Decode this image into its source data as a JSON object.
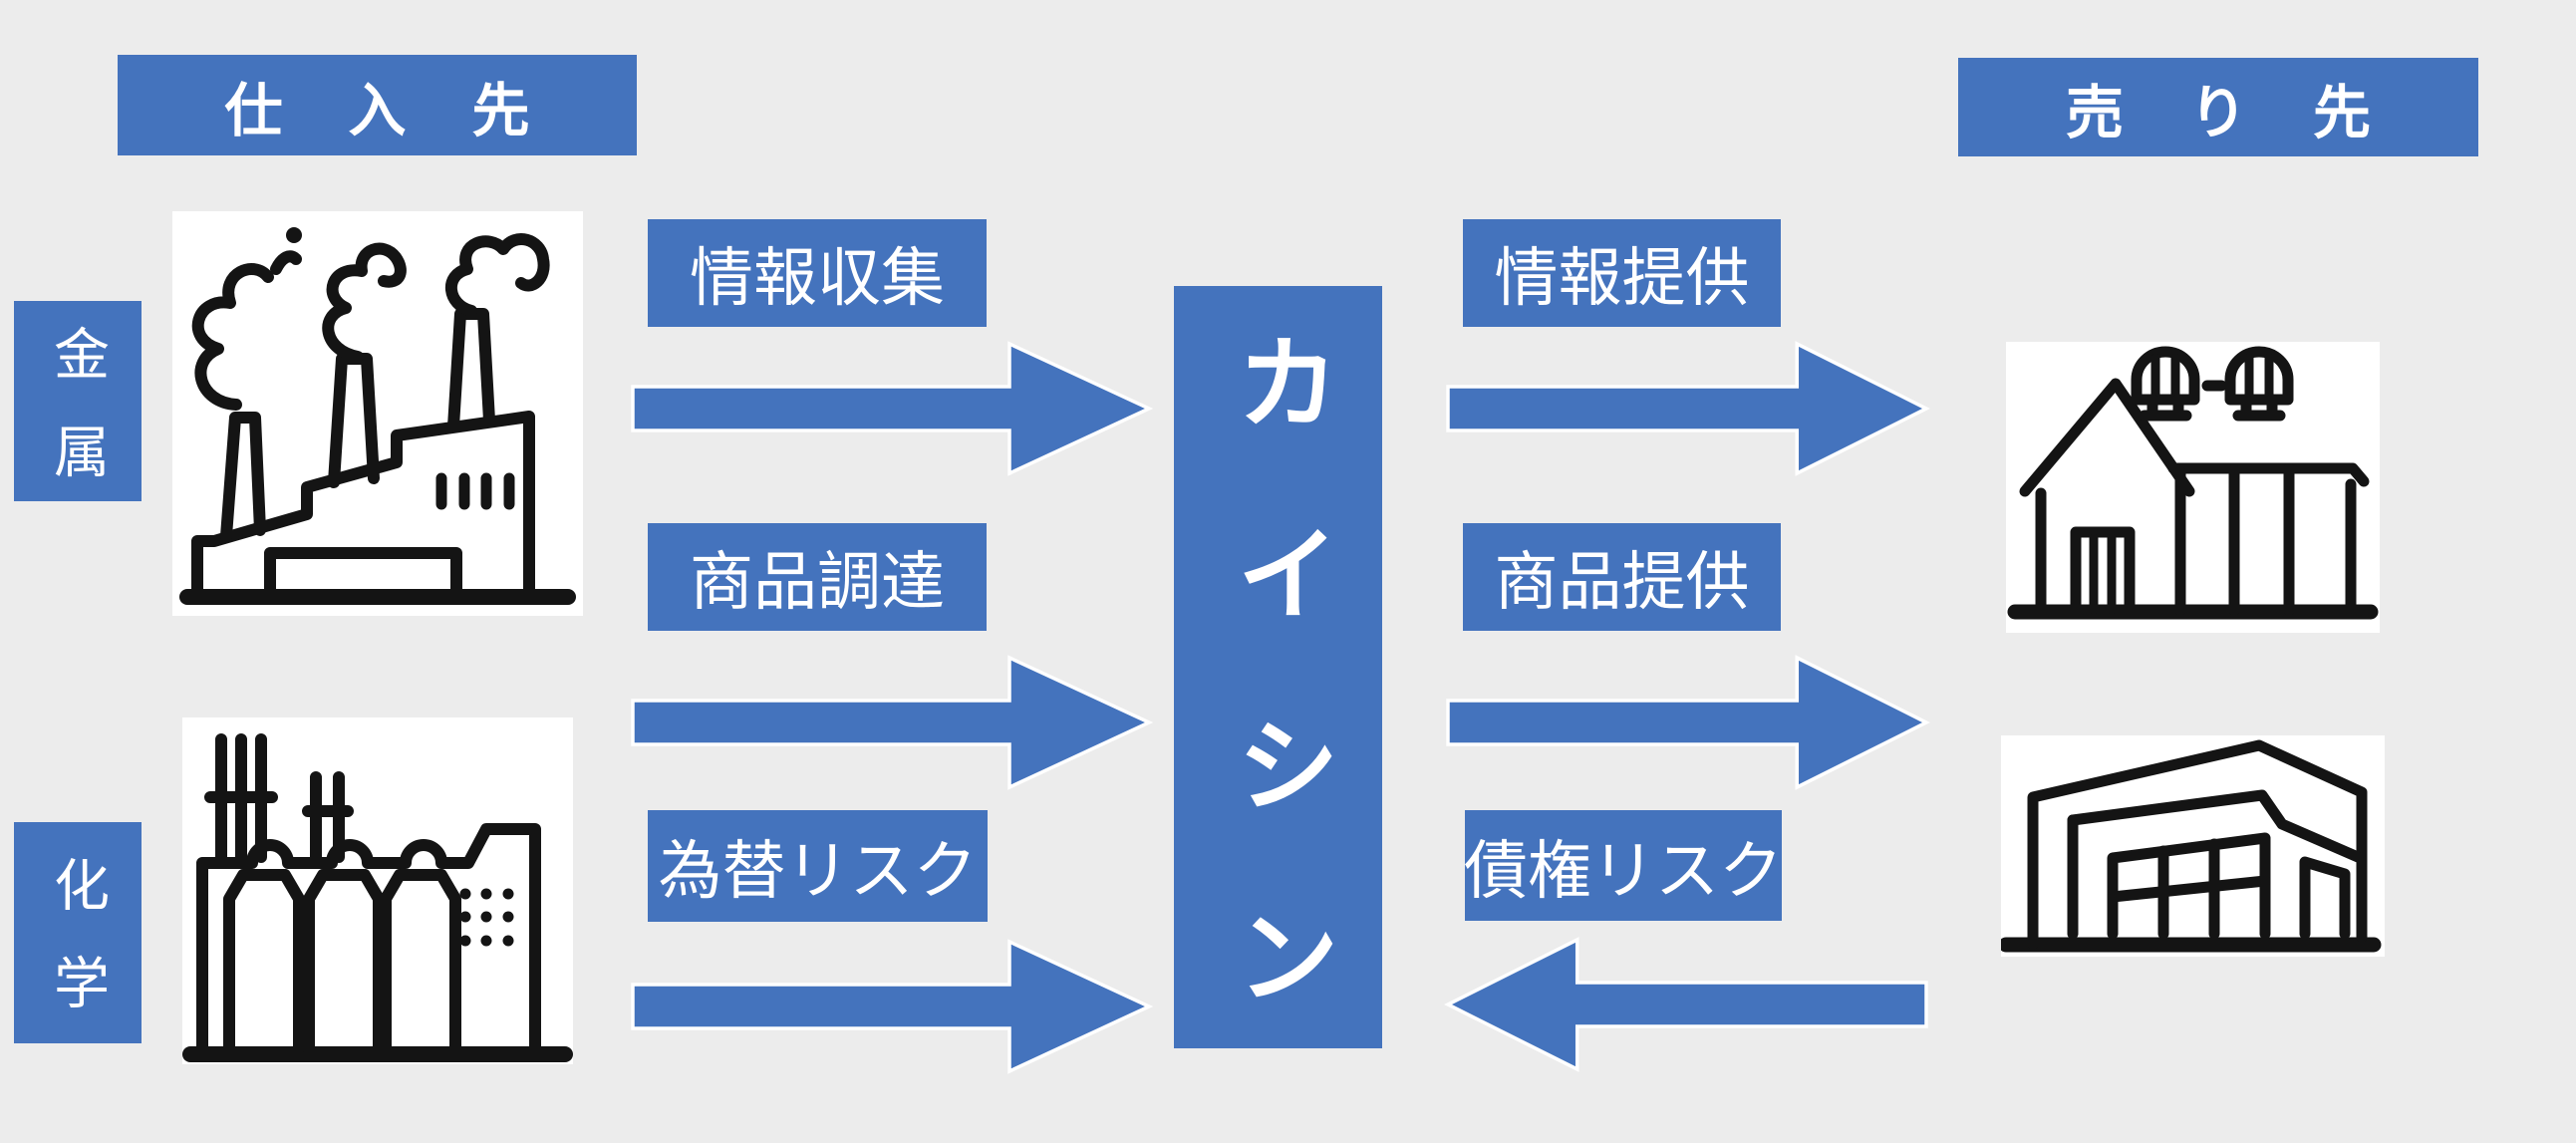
{
  "colors": {
    "background": "#ECECEC",
    "accent": "#4473BD",
    "icon_stroke": "#141414",
    "text_on_accent": "#FFFFFF",
    "icon_background": "#FFFFFF"
  },
  "headers": {
    "suppliers": "仕入先",
    "customers": "売り先"
  },
  "supplier_categories": [
    {
      "label": "金属"
    },
    {
      "label": "化学"
    }
  ],
  "center": {
    "name": "カイシン"
  },
  "flows_left": [
    {
      "label": "情報収集",
      "arrow_direction": "right"
    },
    {
      "label": "商品調達",
      "arrow_direction": "right"
    },
    {
      "label": "為替リスク",
      "arrow_direction": "right"
    }
  ],
  "flows_right": [
    {
      "label": "情報提供",
      "arrow_direction": "right"
    },
    {
      "label": "商品提供",
      "arrow_direction": "right"
    },
    {
      "label": "債権リスク",
      "arrow_direction": "left"
    }
  ],
  "icons": {
    "supplier_top": "factory-with-smokestacks",
    "supplier_bottom": "chemical-plant-tanks",
    "customer_top": "shop-with-roof-vents",
    "customer_bottom": "commercial-building"
  }
}
